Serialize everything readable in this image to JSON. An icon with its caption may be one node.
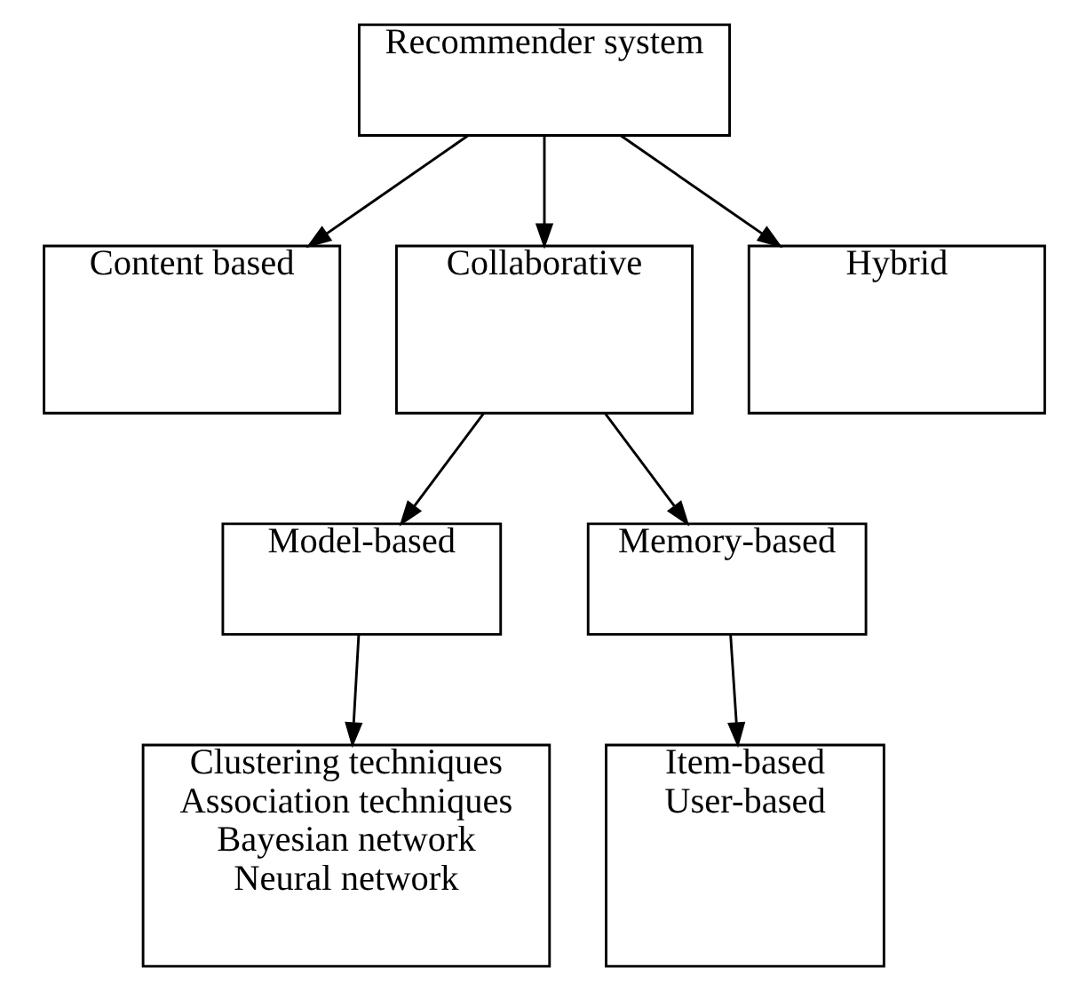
{
  "diagram": {
    "nodes": [
      {
        "text": [
          "Recommender system"
        ]
      },
      {
        "text": [
          "Content based"
        ]
      },
      {
        "text": [
          "Collaborative"
        ]
      },
      {
        "text": [
          "Hybrid"
        ]
      },
      {
        "text": [
          "Model-based"
        ]
      },
      {
        "text": [
          "Memory-based"
        ]
      },
      {
        "text": [
          "Clustering techniques",
          "Association techniques",
          "Bayesian network",
          "Neural network"
        ]
      },
      {
        "text": [
          "Item-based",
          "User-based"
        ]
      }
    ],
    "edges": [
      {
        "from": 0,
        "to": 1,
        "arrow": "to"
      },
      {
        "from": 0,
        "to": 2,
        "arrow": "to"
      },
      {
        "from": 0,
        "to": 3,
        "arrow": "to"
      },
      {
        "from": 2,
        "to": 4,
        "arrow": "to"
      },
      {
        "from": 2,
        "to": 5,
        "arrow": "to"
      },
      {
        "from": 4,
        "to": 6,
        "arrow": "to"
      },
      {
        "from": 5,
        "to": 7,
        "arrow": "to"
      }
    ]
  }
}
